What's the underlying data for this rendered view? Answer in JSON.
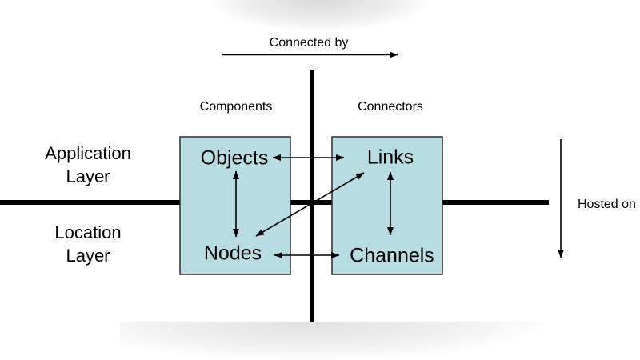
{
  "slide": {
    "axes": {
      "top": {
        "label": "Connected by"
      },
      "right": {
        "label": "Hosted on"
      }
    },
    "columns": [
      {
        "label": "Components"
      },
      {
        "label": "Connectors"
      }
    ],
    "rows": [
      {
        "line1": "Application",
        "line2": "Layer"
      },
      {
        "line1": "Location",
        "line2": "Layer"
      }
    ],
    "boxes": {
      "components": {
        "top": "Objects",
        "bottom": "Nodes"
      },
      "connectors": {
        "top": "Links",
        "bottom": "Channels"
      }
    },
    "relations": [
      {
        "from": "Objects",
        "to": "Links",
        "bidirectional": true
      },
      {
        "from": "Objects",
        "to": "Nodes",
        "bidirectional": true
      },
      {
        "from": "Links",
        "to": "Channels",
        "bidirectional": true
      },
      {
        "from": "Nodes",
        "to": "Channels",
        "bidirectional": true
      },
      {
        "from": "Nodes",
        "to": "Links",
        "bidirectional": true
      }
    ],
    "colors": {
      "background": "#ffffff",
      "box_fill": "#b7dce1",
      "box_border": "#2e2e2e",
      "line": "#000000",
      "text": "#000000"
    }
  }
}
